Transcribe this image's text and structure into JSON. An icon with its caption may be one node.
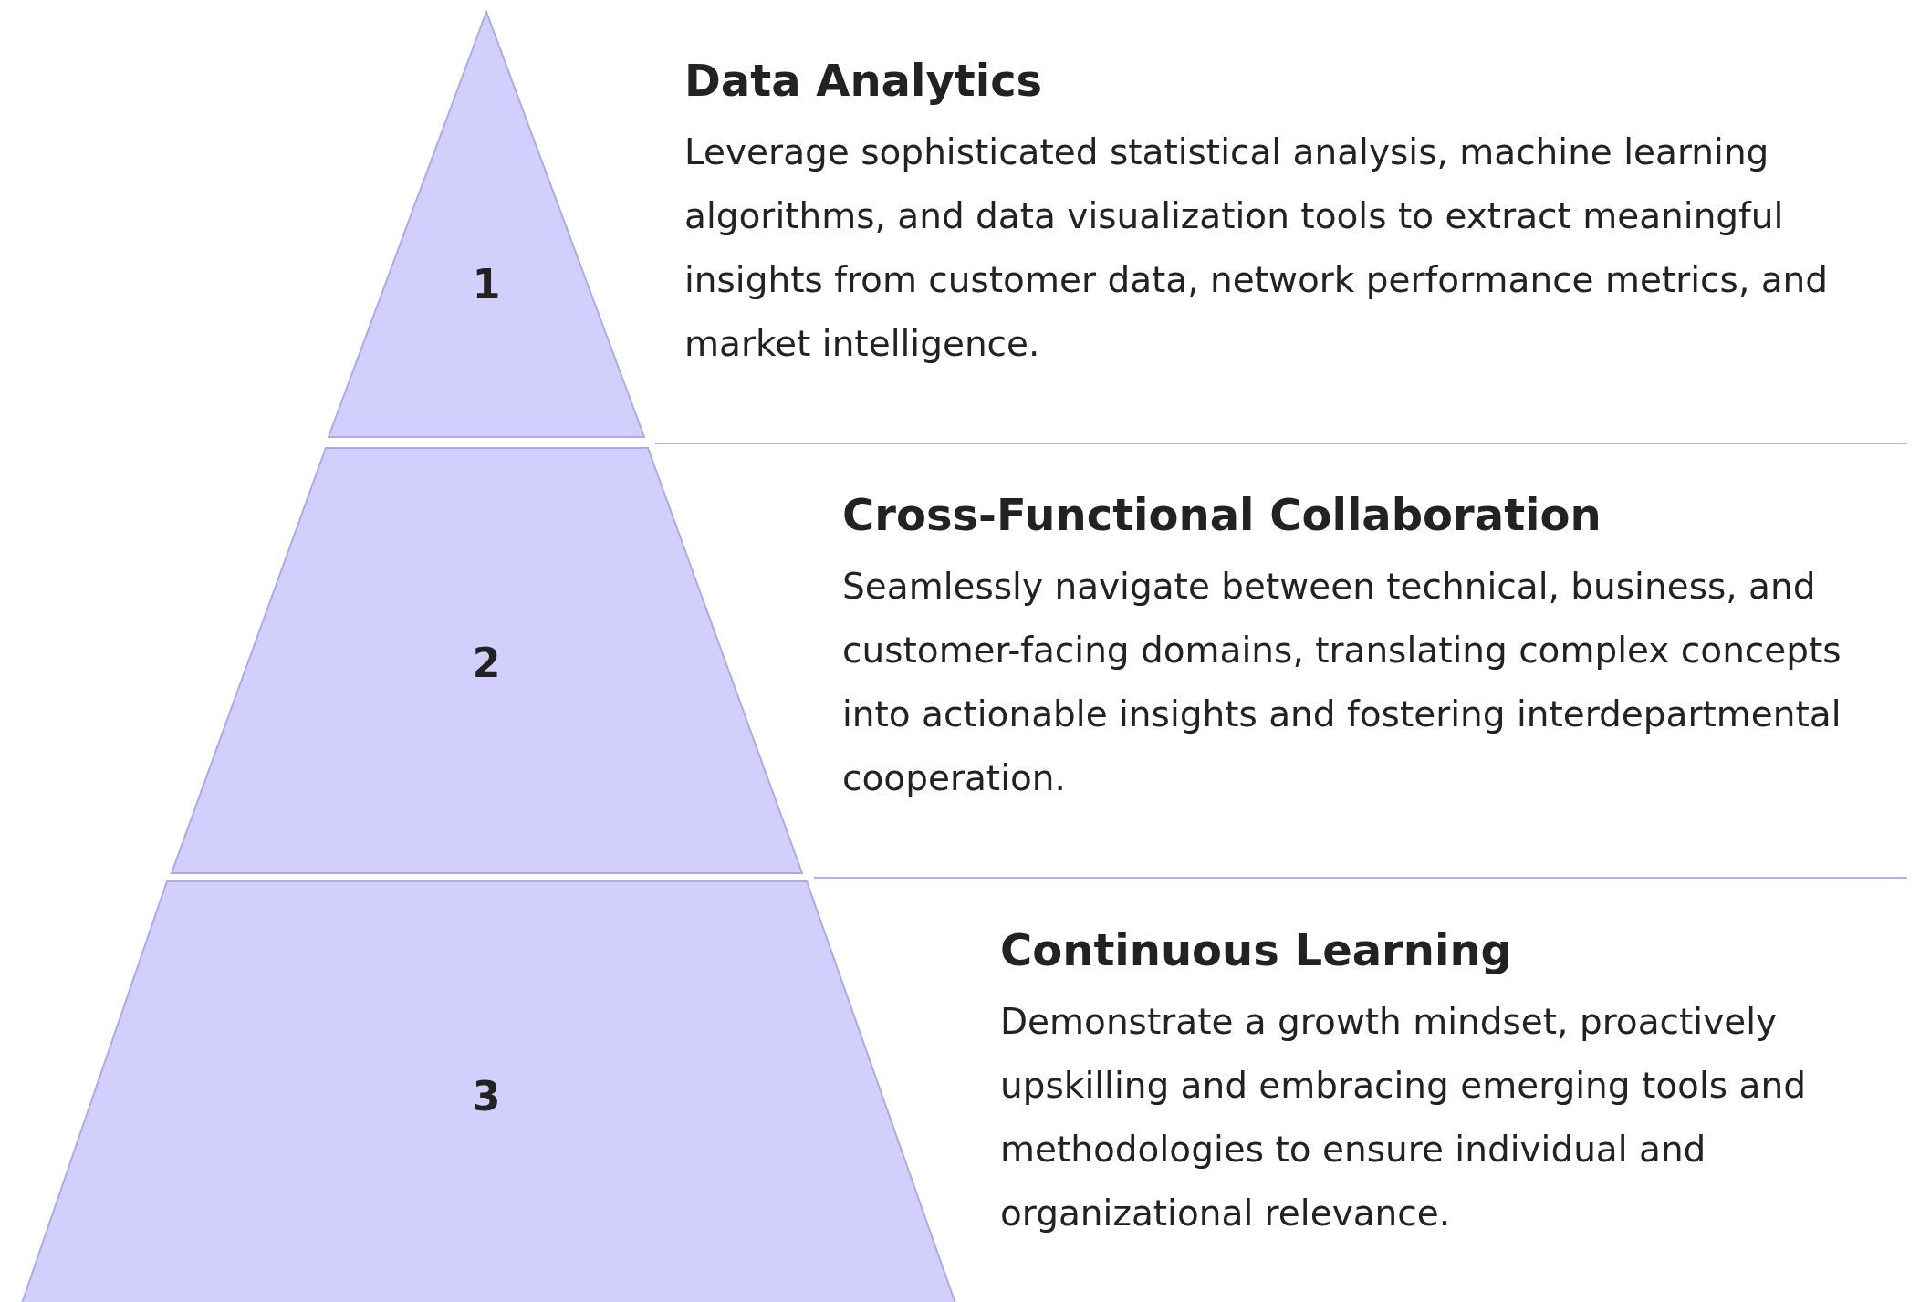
{
  "diagram": {
    "nodes": [
      {
        "text": [
          "1"
        ],
        "beside": [
          "Data Analytics",
          "Leverage sophisticated statistical analysis, machine learning algorithms, and data visualization tools to extract meaningful insights from customer data, network performance metrics, and market intelligence."
        ]
      },
      {
        "text": [
          "2"
        ],
        "beside": [
          "Cross-Functional Collaboration",
          "Seamlessly navigate between technical, business, and customer-facing domains, translating complex concepts into actionable insights and fostering interdepartmental cooperation."
        ]
      },
      {
        "text": [
          "3"
        ],
        "beside": [
          "Continuous Learning",
          "Demonstrate a growth mindset, proactively upskilling and embracing emerging tools and methodologies to ensure individual and organizational relevance."
        ]
      }
    ]
  }
}
